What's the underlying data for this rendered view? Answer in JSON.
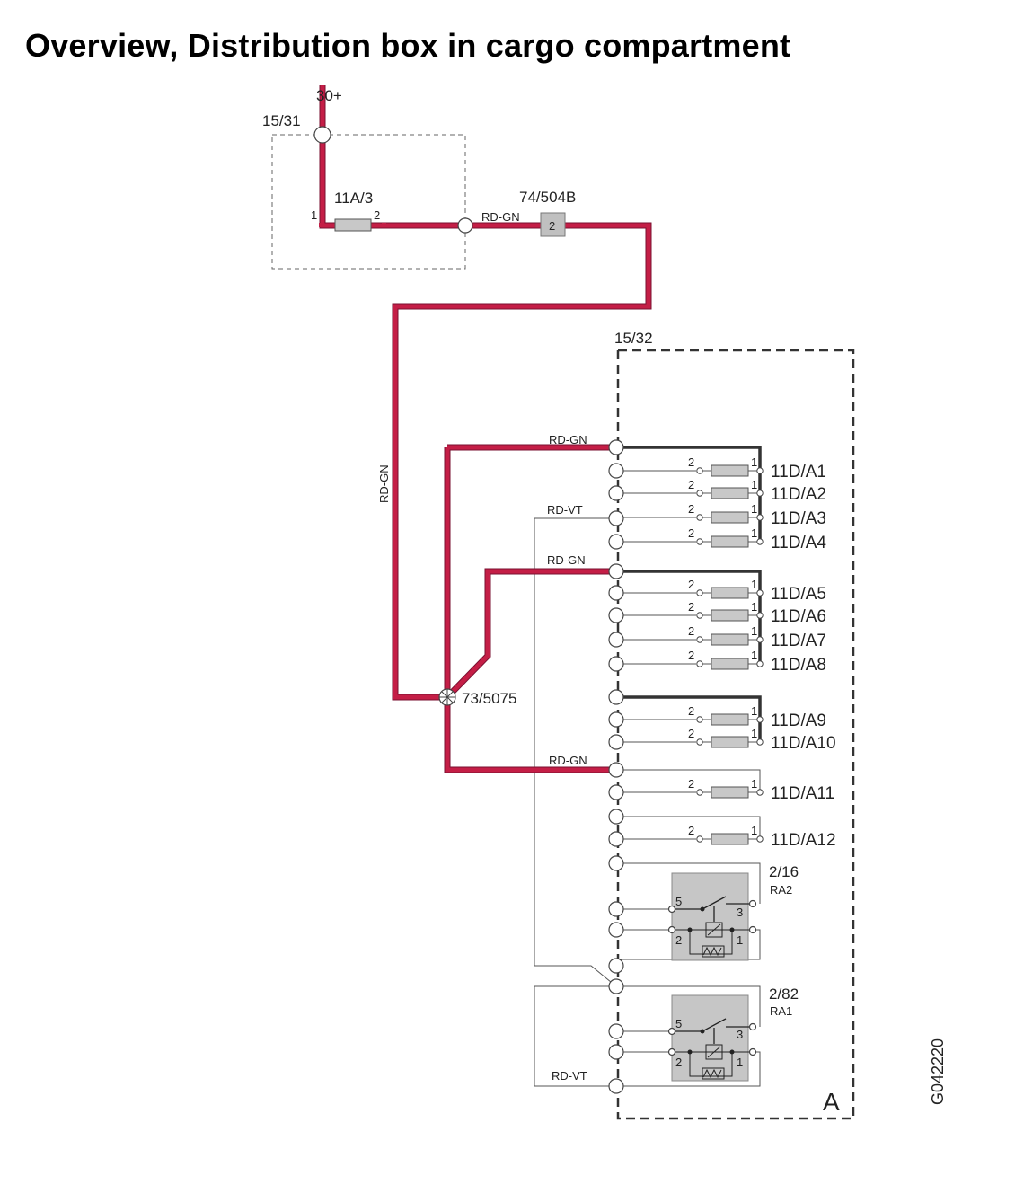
{
  "title": "Overview, Distribution box in cargo compartment",
  "supply_label": "30+",
  "upper_box_label": "15/31",
  "main_fuse": {
    "label": "11A/3",
    "pin_left": "1",
    "pin_right": "2"
  },
  "connector": {
    "label": "74/504B",
    "pin": "2"
  },
  "splice_label": "73/5075",
  "distribution_box_label": "15/32",
  "area_letter": "A",
  "image_code": "G042220",
  "wire_colors": {
    "red_gn": "RD-GN",
    "red_vt": "RD-VT"
  },
  "fuse_pins": {
    "left": "2",
    "right": "1"
  },
  "fuses": [
    "11D/A1",
    "11D/A2",
    "11D/A3",
    "11D/A4",
    "11D/A5",
    "11D/A6",
    "11D/A7",
    "11D/A8",
    "11D/A9",
    "11D/A10",
    "11D/A11",
    "11D/A12"
  ],
  "relays": [
    {
      "label": "2/16",
      "sub": "RA2",
      "pins": {
        "p5": "5",
        "p3": "3",
        "p2": "2",
        "p1": "1"
      }
    },
    {
      "label": "2/82",
      "sub": "RA1",
      "pins": {
        "p5": "5",
        "p3": "3",
        "p2": "2",
        "p1": "1"
      }
    }
  ],
  "colors": {
    "wire_red": "#c41e46",
    "component_gray": "#c6c6c6"
  }
}
